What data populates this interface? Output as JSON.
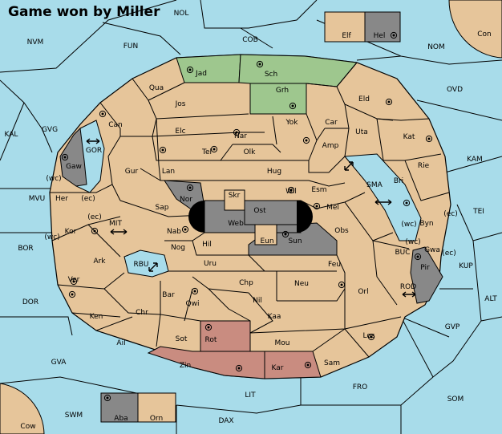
{
  "game": {
    "status_text": "Game won by Miller",
    "colors": {
      "sea": "#a8dcea",
      "land": "#e6c59a",
      "player_green": "#9ec78e",
      "player_red": "#c98c80",
      "impassable": "#888888",
      "unit": "#000000"
    }
  },
  "regions": {
    "sea": {
      "NVM": "NVM",
      "FUN": "FUN",
      "COB": "COB",
      "NOL": "NOL",
      "NOM": "NOM",
      "OVD": "OVD",
      "Con": "Con",
      "KAL": "KAL",
      "GVG": "GVG",
      "GOR": "GOR",
      "KAM": "KAM",
      "SMA": "SMA",
      "TEI": "TEI",
      "MVU": "MVU",
      "MIT": "MIT",
      "BOR": "BOR",
      "RBU": "RBU",
      "BUC": "BUC",
      "KUP": "KUP",
      "DOR": "DOR",
      "ROD": "ROD",
      "ALT": "ALT",
      "GVP": "GVP",
      "GVA": "GVA",
      "FRO": "FRO",
      "SOM": "SOM",
      "LIT": "LIT",
      "SWM": "SWM",
      "DAX": "DAX",
      "Cow": "Cow"
    },
    "land": {
      "Jad": "Jad",
      "Sch": "Sch",
      "Qua": "Qua",
      "Jos": "Jos",
      "Grh": "Grh",
      "Eld": "Eld",
      "Can": "Can",
      "Yok": "Yok",
      "Car": "Car",
      "Elc": "Elc",
      "Nar": "Nar",
      "Uta": "Uta",
      "Kat": "Kat",
      "Tel": "Tel",
      "Olk": "Olk",
      "Amp": "Amp",
      "Gaw": "Gaw",
      "Gur": "Gur",
      "Lan": "Lan",
      "Hug": "Hug",
      "Rie": "Rie",
      "Bri": "Bri",
      "Wil": "Wil",
      "Esm": "Esm",
      "Her": "Her",
      "Nor": "Nor",
      "Skr": "Skr",
      "Ost": "Ost",
      "Web": "Web",
      "Sap": "Sap",
      "Mel": "Mel",
      "Byn": "Byn",
      "Kor": "Kor",
      "Nab": "Nab",
      "Obs": "Obs",
      "Eun": "Eun",
      "Sun": "Sun",
      "Hil": "Hil",
      "Nog": "Nog",
      "Ark": "Ark",
      "Gwa": "Gwa",
      "Pir": "Pir",
      "Uru": "Uru",
      "Feu": "Feu",
      "Ver": "Ver",
      "Chp": "Chp",
      "Neu": "Neu",
      "Bar": "Bar",
      "Orl": "Orl",
      "Qwi": "Qwi",
      "Nil": "Nil",
      "Ken": "Ken",
      "Chr": "Chr",
      "Kaa": "Kaa",
      "Rot": "Rot",
      "Ail": "Ail",
      "Sot": "Sot",
      "Mou": "Mou",
      "Los": "Los",
      "Zin": "Zin",
      "Kar": "Kar",
      "Sam": "Sam",
      "Elf": "Elf",
      "Hel": "Hel",
      "Aba": "Aba",
      "Orn": "Orn"
    },
    "coast_tags": {
      "wc": "(wc)",
      "ec": "(ec)"
    }
  }
}
